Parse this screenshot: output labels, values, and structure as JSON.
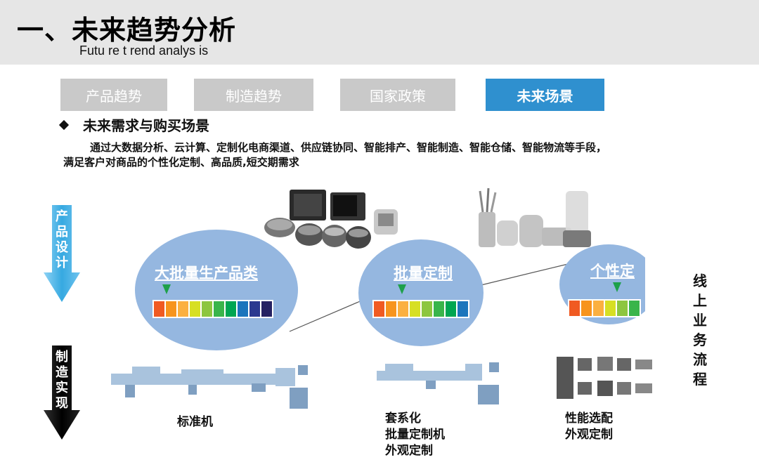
{
  "header": {
    "title": "一、未来趋势分析",
    "subtitle": "Futu re t rend  analys is"
  },
  "tabs": [
    {
      "label": "产品趋势",
      "active": false
    },
    {
      "label": "制造趋势",
      "active": false
    },
    {
      "label": "国家政策",
      "active": false
    },
    {
      "label": "未来场景",
      "active": true
    }
  ],
  "section": {
    "heading": "未来需求与购买场景",
    "description_line1": "通过大数据分析、云计算、定制化电商渠道、供应链协同、智能排产、智能制造、智能仓储、智能物流等手段，",
    "description_line2": "满足客户对商品的个性化定制、高品质,短交期需求"
  },
  "arrows": {
    "product_design": "产品设计",
    "manufacturing": "制造实现"
  },
  "circles": [
    {
      "label": "大批量生产品类"
    },
    {
      "label": "批量定制"
    },
    {
      "label": "个性定"
    }
  ],
  "colors": {
    "bar": [
      "#f05a22",
      "#f7941d",
      "#fbb040",
      "#d7df23",
      "#8dc63f",
      "#39b54a",
      "#00a651",
      "#1c75bc",
      "#2b3990",
      "#262262"
    ],
    "circle": "#95b7e0",
    "active_tab": "#2f90cf",
    "tab": "#c9c9c9"
  },
  "side_label": "线上业务流程",
  "captions": {
    "standard": "标准机",
    "batch_line1": "套系化",
    "batch_line2": "批量定制机",
    "batch_line3": "外观定制",
    "custom_line1": "性能选配",
    "custom_line2": "外观定制"
  }
}
